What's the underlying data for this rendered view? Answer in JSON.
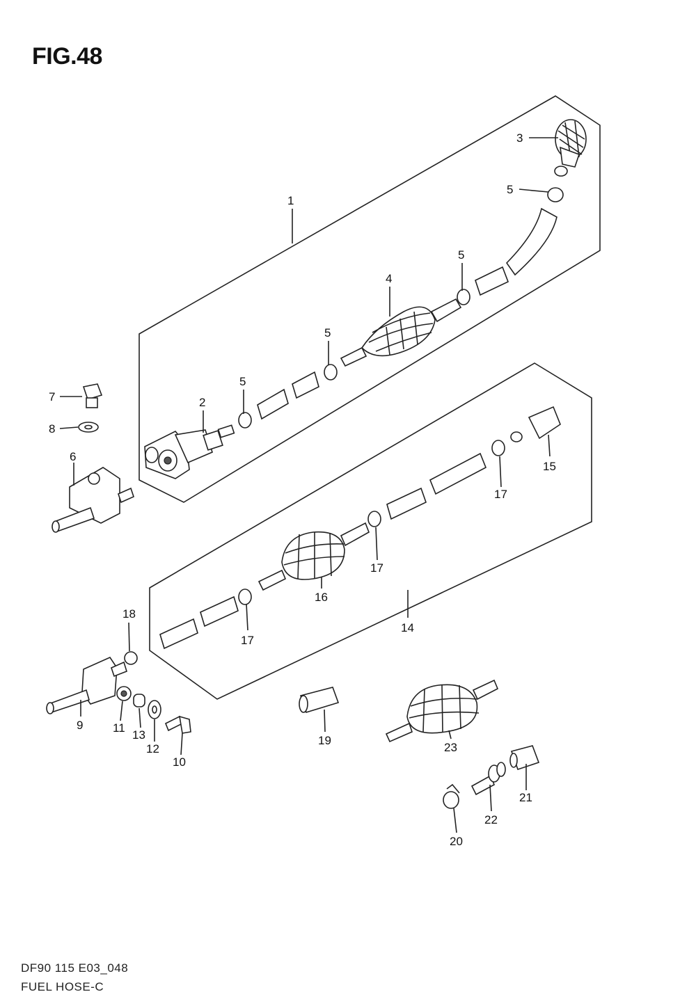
{
  "figure": {
    "title": "FIG.48",
    "code": "DF90 115 E03_048",
    "name": "FUEL HOSE-C"
  },
  "callouts": {
    "c1": "1",
    "c2": "2",
    "c3": "3",
    "c4": "4",
    "c5a": "5",
    "c5b": "5",
    "c5c": "5",
    "c5d": "5",
    "c6": "6",
    "c7": "7",
    "c8": "8",
    "c9": "9",
    "c10": "10",
    "c11": "11",
    "c12": "12",
    "c13": "13",
    "c14": "14",
    "c15": "15",
    "c16": "16",
    "c17a": "17",
    "c17b": "17",
    "c17c": "17",
    "c18": "18",
    "c19": "19",
    "c20": "20",
    "c21": "21",
    "c22": "22",
    "c23": "23"
  }
}
